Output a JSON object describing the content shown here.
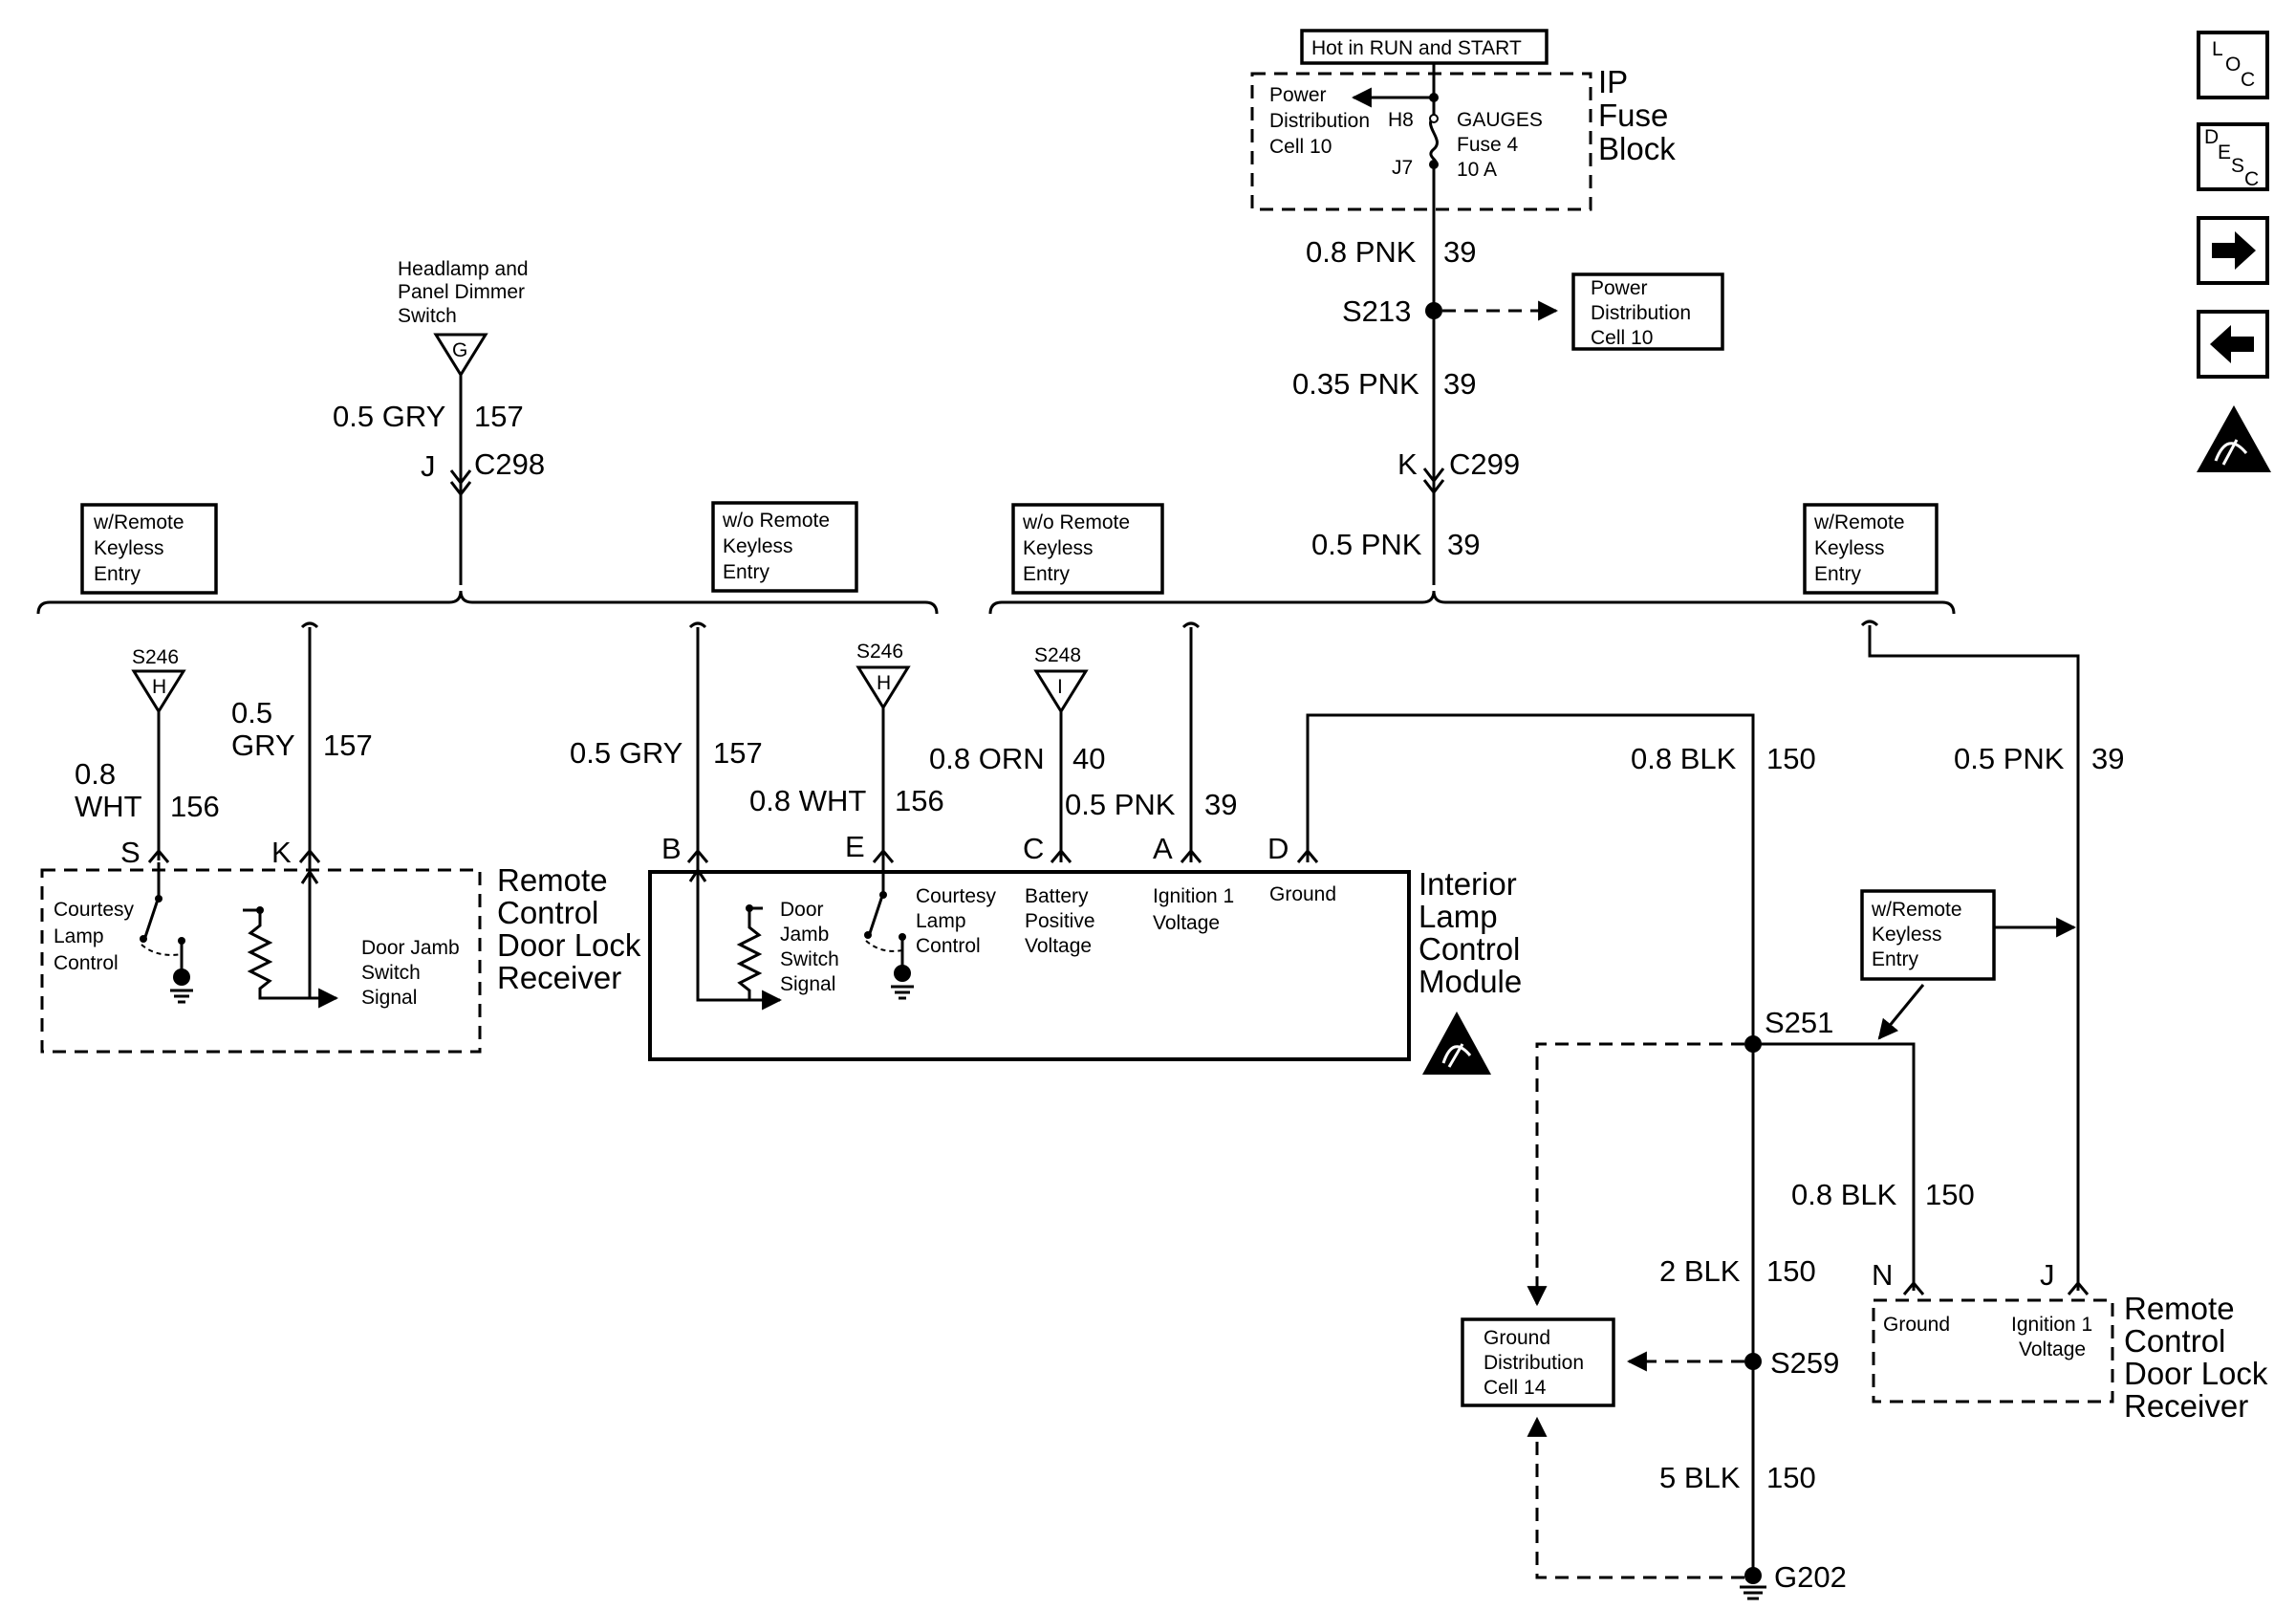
{
  "fuse_block": {
    "hot_label": "Hot in RUN and START",
    "title_line1": "IP",
    "title_line2": "Fuse",
    "title_line3": "Block",
    "pd_line1": "Power",
    "pd_line2": "Distribution",
    "pd_line3": "Cell 10",
    "pin_h8": "H8",
    "pin_j7": "J7",
    "fuse_line1": "GAUGES",
    "fuse_line2": "Fuse 4",
    "fuse_line3": "10 A"
  },
  "wires": {
    "pnk08": "0.8 PNK",
    "pnk035": "0.35 PNK",
    "pnk05": "0.5 PNK",
    "gry05": "0.5 GRY",
    "gry05a": "0.5",
    "gry05b": "GRY",
    "wht08": "0.8 WHT",
    "wht08a": "0.8",
    "wht08b": "WHT",
    "orn08": "0.8 ORN",
    "blk08": "0.8 BLK",
    "blk2": "2 BLK",
    "blk5": "5 BLK",
    "c39": "39",
    "c157": "157",
    "c156": "156",
    "c40": "40",
    "c150": "150"
  },
  "splices": {
    "s213": "S213",
    "s246": "S246",
    "s248": "S248",
    "s251": "S251",
    "s259": "S259",
    "g202": "G202",
    "h": "H",
    "i": "I",
    "g": "G"
  },
  "connectors": {
    "c298": "C298",
    "c299": "C299",
    "j": "J",
    "k": "K",
    "s": "S",
    "b": "B",
    "e": "E",
    "c": "C",
    "a": "A",
    "d": "D",
    "n": "N"
  },
  "headlamp": {
    "line1": "Headlamp and",
    "line2": "Panel Dimmer",
    "line3": "Switch"
  },
  "option_boxes": {
    "with_line1": "w/Remote",
    "without_line1": "w/o Remote",
    "line2": "Keyless",
    "line3": "Entry"
  },
  "power_dist_box": {
    "line1": "Power",
    "line2": "Distribution",
    "line3": "Cell 10"
  },
  "ground_dist_box": {
    "line1": "Ground",
    "line2": "Distribution",
    "line3": "Cell 14"
  },
  "receiver": {
    "line1": "Remote",
    "line2": "Control",
    "line3": "Door Lock",
    "line4": "Receiver",
    "courtesy1": "Courtesy",
    "courtesy2": "Lamp",
    "courtesy3": "Control",
    "jamb1": "Door Jamb",
    "jamb2": "Switch",
    "jamb3": "Signal",
    "ground": "Ground",
    "ign1": "Ignition 1",
    "ign2": "Voltage"
  },
  "module": {
    "line1": "Interior",
    "line2": "Lamp",
    "line3": "Control",
    "line4": "Module",
    "jamb1": "Door",
    "jamb2": "Jamb",
    "jamb3": "Switch",
    "jamb4": "Signal",
    "courtesy1": "Courtesy",
    "courtesy2": "Lamp",
    "courtesy3": "Control",
    "batt1": "Battery",
    "batt2": "Positive",
    "batt3": "Voltage",
    "ign1": "Ignition 1",
    "ign2": "Voltage",
    "ground": "Ground"
  },
  "nav": {
    "loc_l": "L",
    "loc_o": "O",
    "loc_c": "C",
    "desc_d": "D",
    "desc_e": "E",
    "desc_s": "S",
    "desc_c": "C"
  }
}
